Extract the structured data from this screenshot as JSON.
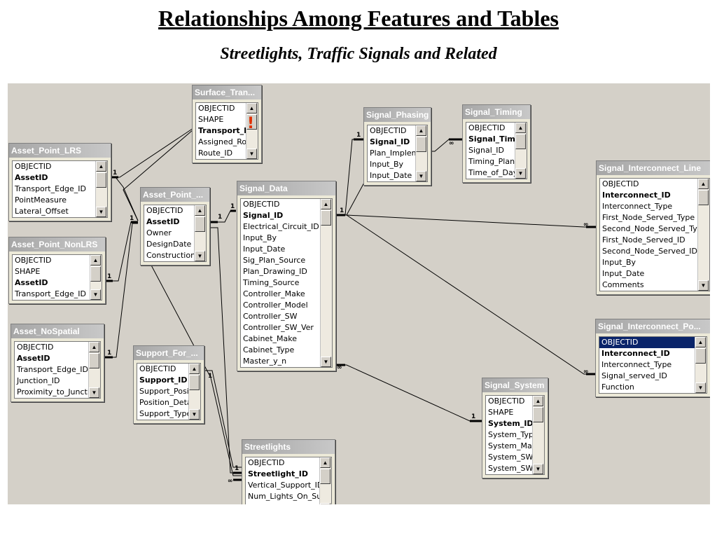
{
  "page": {
    "title": "Relationships Among Features and Tables",
    "subtitle": "Streetlights, Traffic Signals and Related"
  },
  "tables": {
    "surface_tran": {
      "title": "Surface_Tran...",
      "fields": [
        "OBJECTID",
        "SHAPE",
        "Transport_Edge_ID",
        "Assigned_Route",
        "Route_ID"
      ],
      "keys": [
        2
      ],
      "warning_marker": "!"
    },
    "asset_point_lrs": {
      "title": "Asset_Point_LRS",
      "fields": [
        "OBJECTID",
        "AssetID",
        "Transport_Edge_ID",
        "PointMeasure",
        "Lateral_Offset"
      ],
      "keys": [
        1
      ]
    },
    "asset_point": {
      "title": "Asset_Point_...",
      "fields": [
        "OBJECTID",
        "AssetID",
        "Owner",
        "DesignDate",
        "ConstructionDate"
      ],
      "keys": [
        1
      ]
    },
    "asset_point_nonlrs": {
      "title": "Asset_Point_NonLRS",
      "fields": [
        "OBJECTID",
        "SHAPE",
        "AssetID",
        "Transport_Edge_ID"
      ],
      "keys": [
        2
      ]
    },
    "asset_nospatial": {
      "title": "Asset_NoSpatial",
      "fields": [
        "OBJECTID",
        "AssetID",
        "Transport_Edge_ID",
        "Junction_ID",
        "Proximity_to_Junction"
      ],
      "keys": [
        1
      ]
    },
    "support_for": {
      "title": "Support_For_...",
      "fields": [
        "OBJECTID",
        "Support_ID",
        "Support_Position",
        "Position_Detail",
        "Support_Type"
      ],
      "keys": [
        1
      ]
    },
    "signal_data": {
      "title": "Signal_Data",
      "fields": [
        "OBJECTID",
        "Signal_ID",
        "Electrical_Circuit_ID",
        "Input_By",
        "Input_Date",
        "Sig_Plan_Source",
        "Plan_Drawing_ID",
        "Timing_Source",
        "Controller_Make",
        "Controller_Model",
        "Controller_SW",
        "Controller_SW_Ver",
        "Cabinet_Make",
        "Cabinet_Type",
        "Master_y_n"
      ],
      "keys": [
        1
      ]
    },
    "signal_phasing": {
      "title": "Signal_Phasing",
      "fields": [
        "OBJECTID",
        "Signal_ID",
        "Plan_Implemented",
        "Input_By",
        "Input_Date"
      ],
      "keys": [
        1
      ]
    },
    "signal_timing": {
      "title": "Signal_Timing",
      "fields": [
        "OBJECTID",
        "Signal_Timing_ID",
        "Signal_ID",
        "Timing_Plan_Type",
        "Time_of_Day_Start"
      ],
      "keys": [
        1
      ]
    },
    "signal_interconnect_line": {
      "title": "Signal_Interconnect_Line",
      "fields": [
        "OBJECTID",
        "Interconnect_ID",
        "Interconnect_Type",
        "First_Node_Served_Type",
        "Second_Node_Served_Type",
        "First_Node_Served_ID",
        "Second_Node_Served_ID",
        "Input_By",
        "Input_Date",
        "Comments"
      ],
      "keys": [
        1
      ]
    },
    "signal_interconnect_po": {
      "title": "Signal_Interconnect_Po...",
      "fields": [
        "OBJECTID",
        "Interconnect_ID",
        "Interconnect_Type",
        "Signal_served_ID",
        "Function"
      ],
      "keys": [
        1
      ],
      "selected": 0
    },
    "signal_system": {
      "title": "Signal_System",
      "fields": [
        "OBJECTID",
        "SHAPE",
        "System_ID",
        "System_Type",
        "System_Make",
        "System_SW",
        "System_SW_Ver"
      ],
      "keys": [
        2
      ]
    },
    "streetlights": {
      "title": "Streetlights",
      "fields": [
        "OBJECTID",
        "Streetlight_ID",
        "Vertical_Support_ID",
        "Num_Lights_On_Support"
      ],
      "keys": [
        1
      ]
    }
  },
  "cardinality": {
    "one": "1",
    "many": "∞"
  },
  "colors": {
    "canvas": "#d4d0c8",
    "header_gradient_start": "#a6a6a6",
    "selection": "#0a246a",
    "marker": "#e03000"
  }
}
